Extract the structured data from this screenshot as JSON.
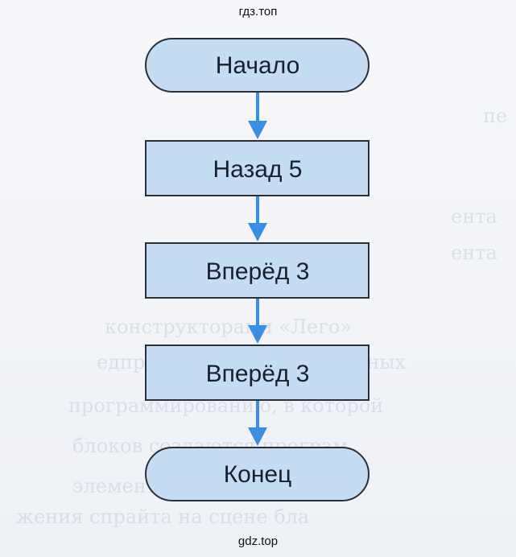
{
  "watermark": {
    "top": "гдз.топ",
    "bottom": "gdz.top"
  },
  "flowchart": {
    "start": "Начало",
    "steps": [
      "Назад 5",
      "Вперёд 3",
      "Вперёд 3"
    ],
    "end": "Конец"
  },
  "colors": {
    "block_fill": "#c5ddf2",
    "block_stroke": "#2b2f38",
    "arrow": "#3b8fe0"
  },
  "background_text": {
    "line1": "конструкторами «Лего»",
    "line2": "едпрограммами для образных",
    "line3": "программированию, в которой",
    "line4": "блоков создаются програм",
    "line5": "элементы объектами и",
    "line6": "жения спрайта на сцене бла",
    "right1": "пе",
    "right2": "ента",
    "right3": "ента"
  }
}
